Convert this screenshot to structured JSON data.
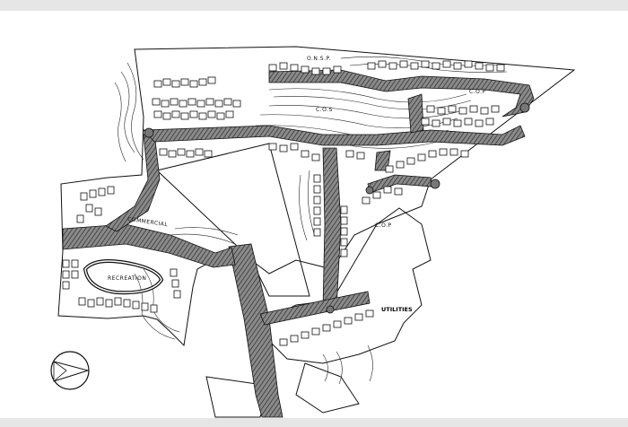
{
  "plan": {
    "labels": {
      "utilities": "UTILITIES",
      "commercial": "COMMERCIAL",
      "recreation": "RECREATION",
      "open_space_top": "O.N.S.P.",
      "cos_center": "C.O.S",
      "cos_right": "C.O.P",
      "cos_lower": "C.O.P"
    },
    "colors": {
      "ink": "#111111",
      "road_fill": "#6f6f6f",
      "paper": "#ffffff"
    }
  }
}
